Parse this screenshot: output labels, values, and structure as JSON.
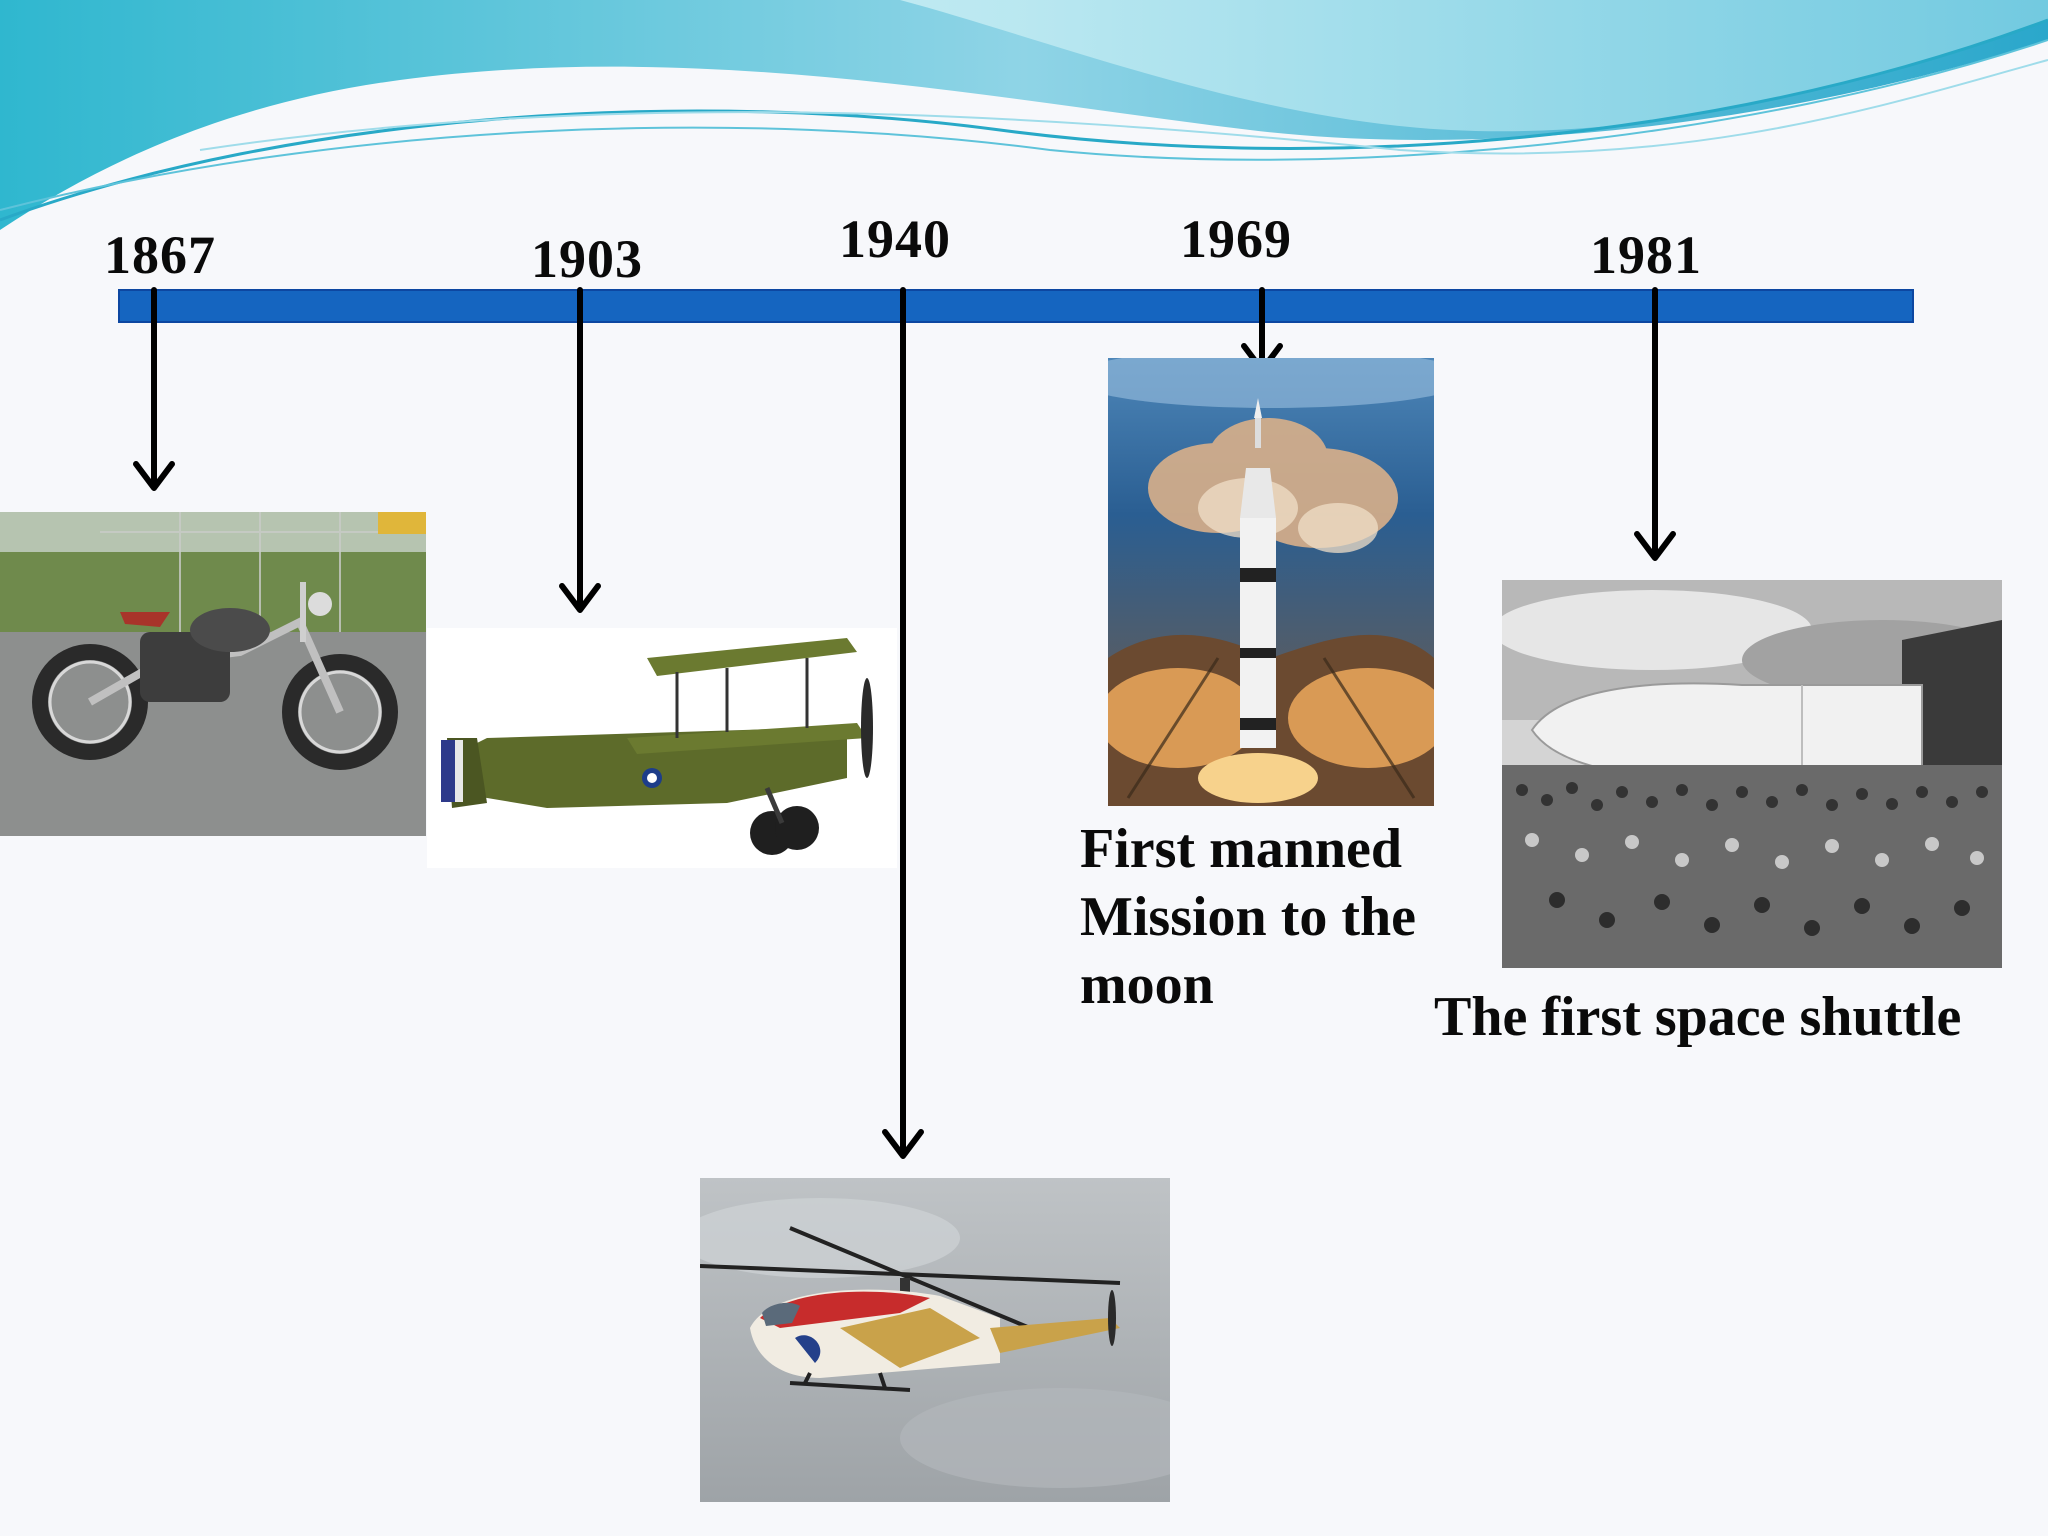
{
  "timeline": {
    "events": [
      {
        "year": "1867",
        "caption": "",
        "image": "motorcycle-photo"
      },
      {
        "year": "1903",
        "caption": "",
        "image": "biplane-photo"
      },
      {
        "year": "1940",
        "caption": "",
        "image": "helicopter-photo"
      },
      {
        "year": "1969",
        "caption": "First manned Mission to the moon",
        "image": "rocket-launch-photo"
      },
      {
        "year": "1981",
        "caption": "The first space shuttle",
        "image": "space-shuttle-tank-photo"
      }
    ]
  },
  "colors": {
    "timeline_bar": "#1565c0",
    "arrow": "#000000",
    "wave_light": "#b8e6ef",
    "wave_dark": "#3aaed0"
  }
}
